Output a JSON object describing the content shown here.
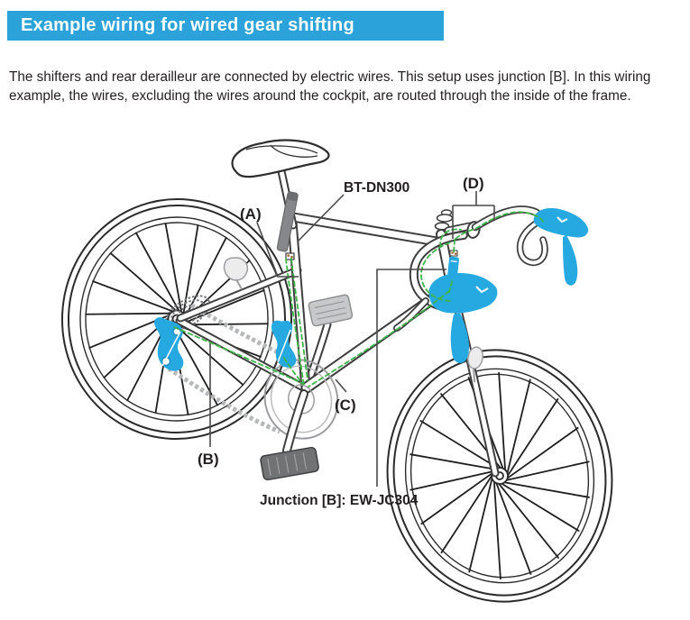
{
  "header": {
    "title": "Example wiring for wired gear shifting"
  },
  "intro": {
    "text": "The shifters and rear derailleur are connected by electric wires. This setup uses junction [B]. In this wiring example, the wires, excluding the wires around the cockpit, are routed through the inside of the frame."
  },
  "diagram": {
    "labels": {
      "battery": "BT-DN300",
      "a": "(A)",
      "b": "(B)",
      "c": "(C)",
      "d": "(D)",
      "junction": "Junction [B]: EW-JC304"
    },
    "colors": {
      "header_blue": "#2BA2DA",
      "highlight_blue": "#25A9E0",
      "wire_green": "#3EB549",
      "battery_gray": "#85878A"
    }
  }
}
